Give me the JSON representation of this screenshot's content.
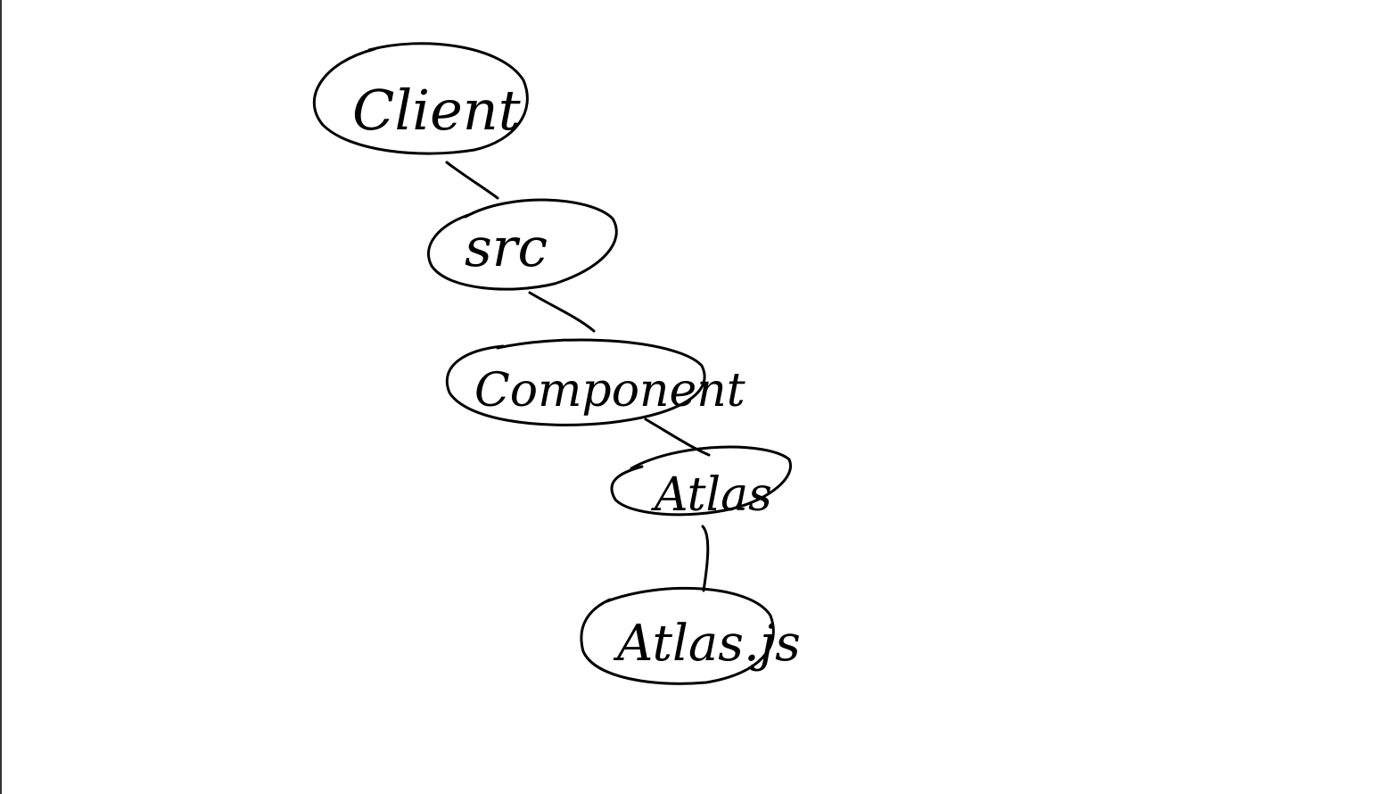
{
  "diagram": {
    "type": "hierarchy-tree",
    "stroke_color": "#000000",
    "background_color": "#ffffff",
    "nodes": [
      {
        "id": "client",
        "label": "Client"
      },
      {
        "id": "src",
        "label": "src"
      },
      {
        "id": "component",
        "label": "Component"
      },
      {
        "id": "atlas",
        "label": "Atlas"
      },
      {
        "id": "atlas-js",
        "label": "Atlas.js"
      }
    ],
    "edges": [
      {
        "from": "client",
        "to": "src"
      },
      {
        "from": "src",
        "to": "component"
      },
      {
        "from": "component",
        "to": "atlas"
      },
      {
        "from": "atlas",
        "to": "atlas-js"
      }
    ]
  }
}
